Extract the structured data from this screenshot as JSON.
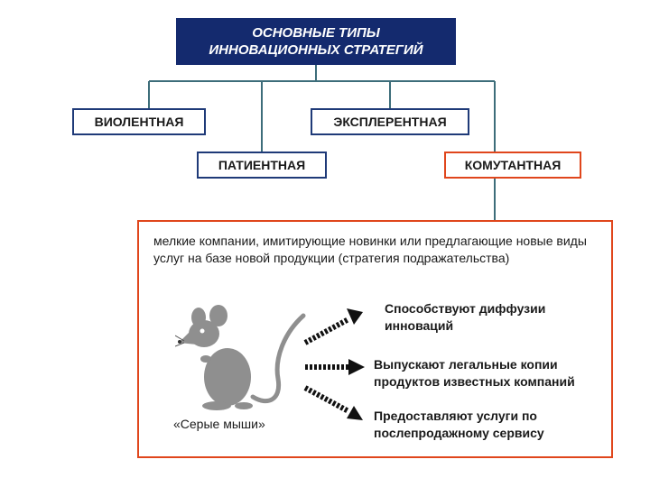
{
  "root": {
    "line1": "ОСНОВНЫЕ ТИПЫ",
    "line2": "ИННОВАЦИОННЫХ СТРАТЕГИЙ"
  },
  "strategies": [
    {
      "label": "ВИОЛЕНТНАЯ"
    },
    {
      "label": "ЭКСПЛЕРЕНТНАЯ"
    },
    {
      "label": "ПАТИЕНТНАЯ"
    },
    {
      "label": "КОМУТАНТНАЯ",
      "highlighted": true
    }
  ],
  "detail": {
    "description": "мелкие компании, имитирующие новинки или предлагающие новые виды услуг на базе новой продукции (стратегия подражательства)",
    "image_icon": "mouse-icon",
    "image_caption": "«Серые мыши»",
    "effects": [
      "Способствуют диффузии инноваций",
      "Выпускают легальные копии продуктов известных компаний",
      "Предоставляют услуги по послепродажному сервису"
    ]
  },
  "colors": {
    "root_fill": "#142a6e",
    "box_border": "#1f3a78",
    "connector": "#3d6d7a",
    "accent": "#e0461c",
    "mouse": "#8f8f8f",
    "arrow": "#111111"
  }
}
